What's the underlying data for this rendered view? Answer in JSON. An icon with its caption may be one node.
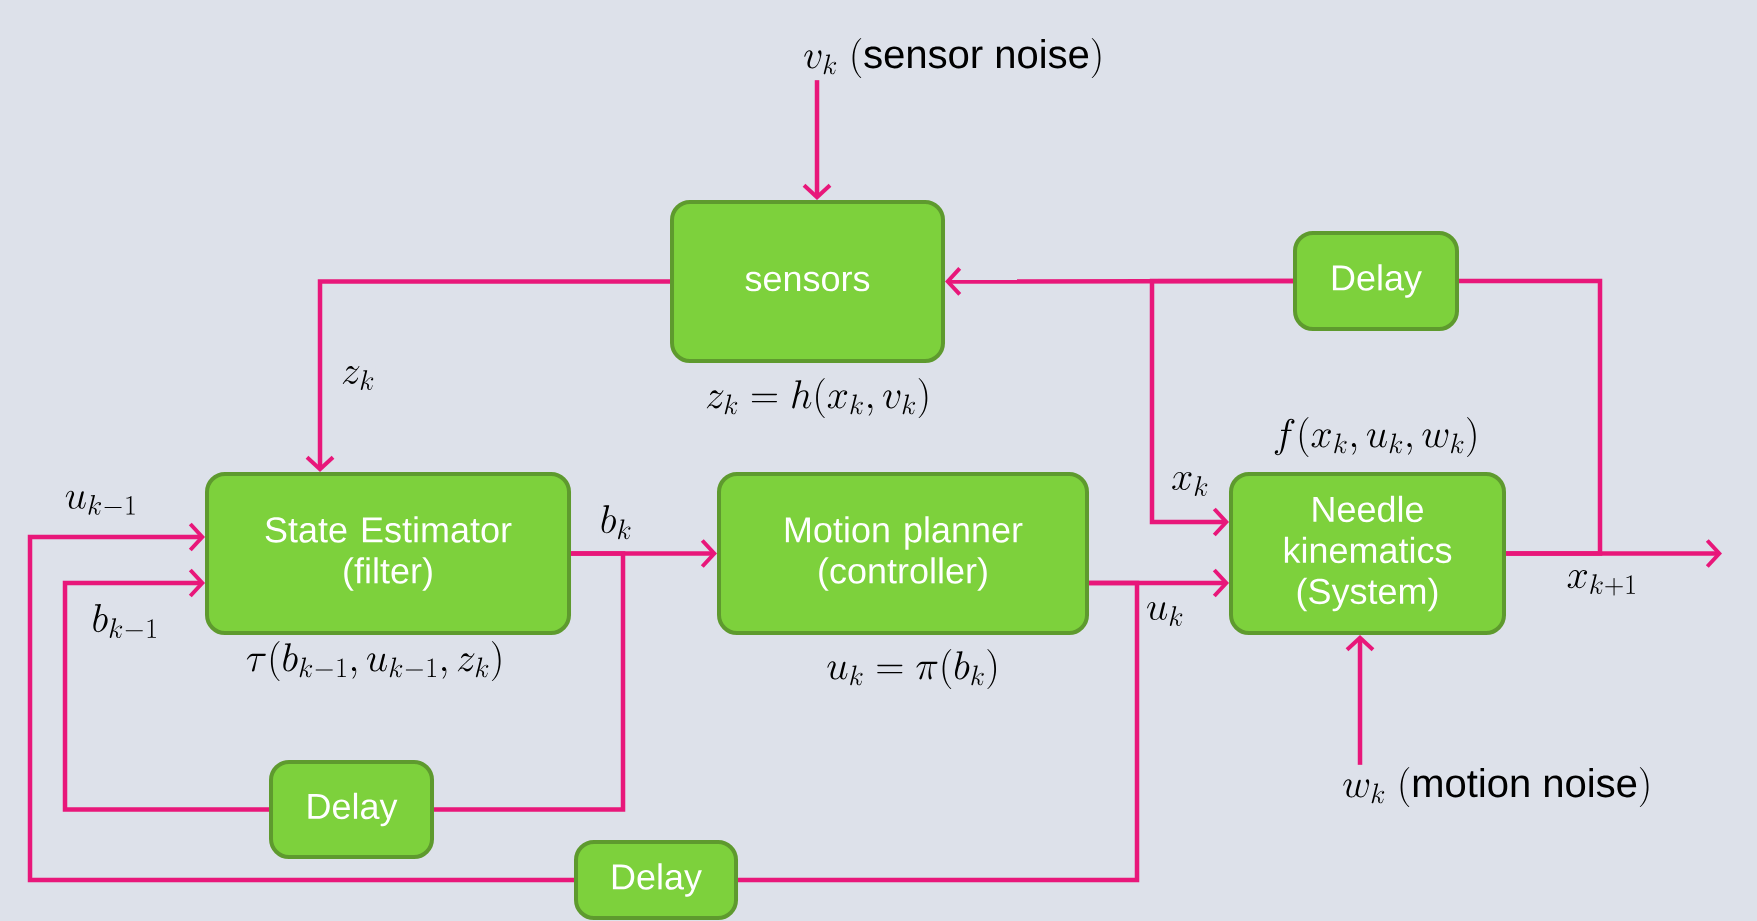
{
  "diagram": {
    "nodes": [
      {
        "text": [
          "sensors"
        ],
        "beside": [
          "z_k = h(x_k, v_k)"
        ]
      },
      {
        "text": [
          "State Estimator (filter)"
        ],
        "beside": [
          "\\tau(b_{k-1}, u_{k-1}, z_k)"
        ]
      },
      {
        "text": [
          "Motion planner (controller)"
        ],
        "beside": [
          "u_k = \\pi(b_k)"
        ]
      },
      {
        "text": [
          "Needle kinematics (System)"
        ],
        "beside": [
          "f(x_k, u_k, w_k)"
        ]
      },
      {
        "text": [
          "Delay"
        ]
      },
      {
        "text": [
          "Delay"
        ]
      },
      {
        "text": [
          "Delay"
        ]
      },
      {
        "text": [
          "v_k\\ \\mathrm{(sensor\\ noise)}"
        ]
      },
      {
        "text": [
          "w_k\\ \\mathrm{(motion\\ noise)}"
        ]
      }
    ],
    "edges": [
      {
        "from": 7,
        "to": 0,
        "arrow": "to"
      },
      {
        "from": 0,
        "to": 1,
        "arrow": "to",
        "label": "z_k"
      },
      {
        "from": 1,
        "to": 2,
        "arrow": "to",
        "label": "b_k"
      },
      {
        "from": 1,
        "to": 5,
        "arrow": "none"
      },
      {
        "from": 5,
        "to": 1,
        "arrow": "to",
        "label": "b_{k-1}"
      },
      {
        "from": 2,
        "to": 3,
        "arrow": "to",
        "label": "u_k"
      },
      {
        "from": 2,
        "to": 6,
        "arrow": "none"
      },
      {
        "from": 6,
        "to": 1,
        "arrow": "to",
        "label": "u_{k-1}"
      },
      {
        "from": 3,
        "to": null,
        "arrow": "to",
        "label": "x_{k+1}"
      },
      {
        "from": 3,
        "to": 4,
        "arrow": "none"
      },
      {
        "from": 4,
        "to": 0,
        "arrow": "to"
      },
      {
        "from": 4,
        "to": 3,
        "arrow": "to",
        "label": "x_k"
      },
      {
        "from": 8,
        "to": 3,
        "arrow": "to"
      }
    ]
  }
}
